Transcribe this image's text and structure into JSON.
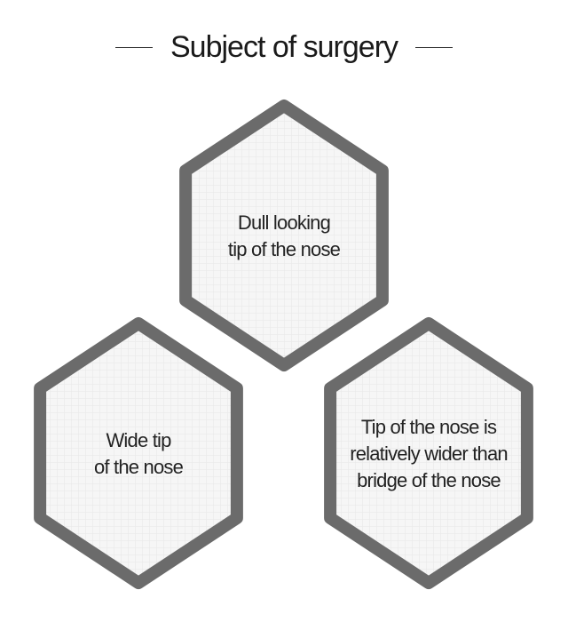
{
  "title": "Subject of surgery",
  "colors": {
    "hex_border": "#6b6b6b",
    "hex_fill": "#f6f6f6",
    "grid_line": "#e7e7e7",
    "text": "#222222"
  },
  "items": [
    {
      "lines": [
        "Dull looking",
        "tip of the nose"
      ]
    },
    {
      "lines": [
        "Wide tip",
        "of the nose"
      ]
    },
    {
      "lines": [
        "Tip of the nose is",
        "relatively wider than",
        "bridge of the nose"
      ]
    }
  ]
}
